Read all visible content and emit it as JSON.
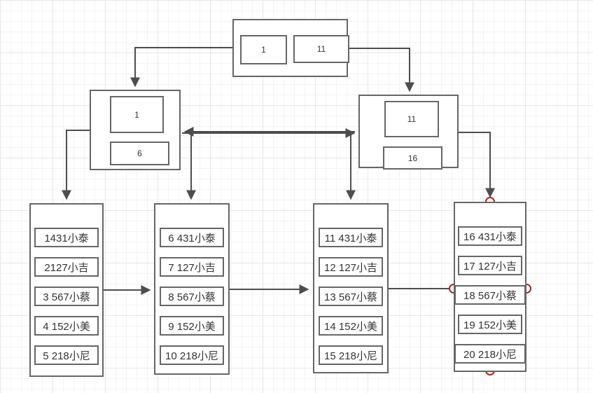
{
  "diagram": {
    "type": "btree-index",
    "root": {
      "keys": [
        "1",
        "11"
      ]
    },
    "internal_left": {
      "keys": [
        "1",
        "6"
      ]
    },
    "internal_right": {
      "keys": [
        "11",
        "16"
      ]
    },
    "leaves": [
      {
        "items": [
          "1431小泰",
          "2127小吉",
          "3 567小蔡",
          "4 152小美",
          "5 218小尼"
        ]
      },
      {
        "items": [
          "6 431小泰",
          "7 127小吉",
          "8 567小蔡",
          "9 152小美",
          "10 218小尼"
        ]
      },
      {
        "items": [
          "11 431小泰",
          "12 127小吉",
          "13 567小蔡",
          "14 152小美",
          "15 218小尼"
        ]
      },
      {
        "items": [
          "16 431小泰",
          "17 127小吉",
          "18 567小蔡",
          "19 152小美",
          "20 218小尼"
        ]
      }
    ]
  },
  "colors": {
    "node_stroke": "#666666",
    "edge": "#4d4d4d",
    "selection_handle": "#b22222",
    "canvas": "#ffffff",
    "text": "#333333"
  }
}
